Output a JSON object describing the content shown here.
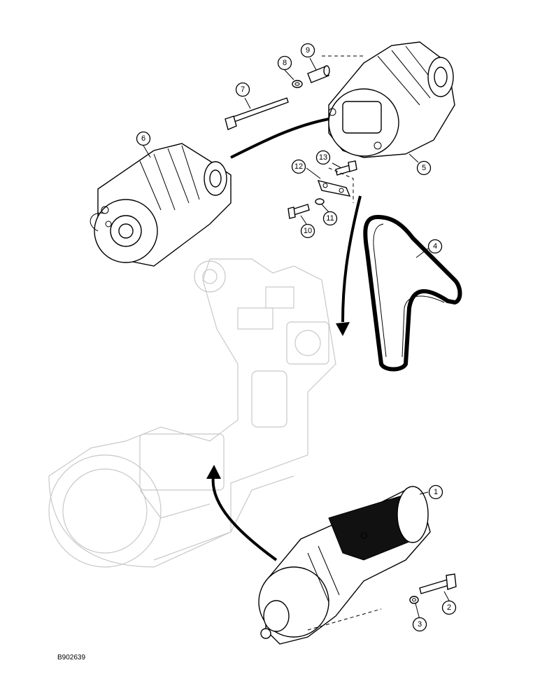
{
  "figure_code": "B902639",
  "callouts": [
    {
      "id": "callout-1",
      "label": "1"
    },
    {
      "id": "callout-2",
      "label": "2"
    },
    {
      "id": "callout-3",
      "label": "3"
    },
    {
      "id": "callout-4",
      "label": "4"
    },
    {
      "id": "callout-5",
      "label": "5"
    },
    {
      "id": "callout-6",
      "label": "6"
    },
    {
      "id": "callout-7",
      "label": "7"
    },
    {
      "id": "callout-8",
      "label": "8"
    },
    {
      "id": "callout-9",
      "label": "9"
    },
    {
      "id": "callout-10",
      "label": "10"
    },
    {
      "id": "callout-11",
      "label": "11"
    },
    {
      "id": "callout-12",
      "label": "12"
    },
    {
      "id": "callout-13",
      "label": "13"
    }
  ]
}
